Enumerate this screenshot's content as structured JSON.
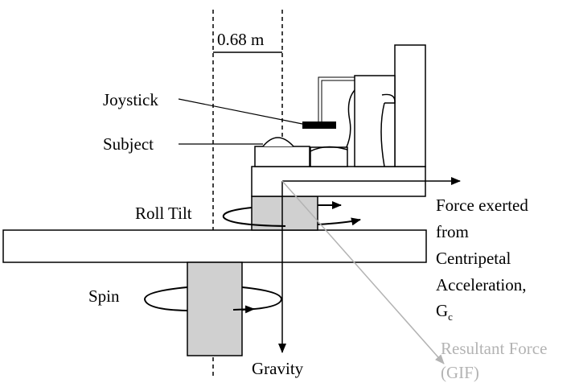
{
  "labels": {
    "distance": "0.68 m",
    "joystick": "Joystick",
    "subject": "Subject",
    "roll_tilt": "Roll Tilt",
    "spin": "Spin",
    "gravity": "Gravity",
    "force_line1": "Force exerted",
    "force_line2": "from",
    "force_line3": "Centripetal",
    "force_line4": "Acceleration,",
    "force_line5_main": "G",
    "force_line5_sub": "c",
    "resultant_line1": "Resultant Force",
    "resultant_line2": "(GIF)"
  },
  "colors": {
    "stroke": "#000000",
    "fill_grey": "#d0d0d0",
    "resultant": "#b3b3b3"
  }
}
